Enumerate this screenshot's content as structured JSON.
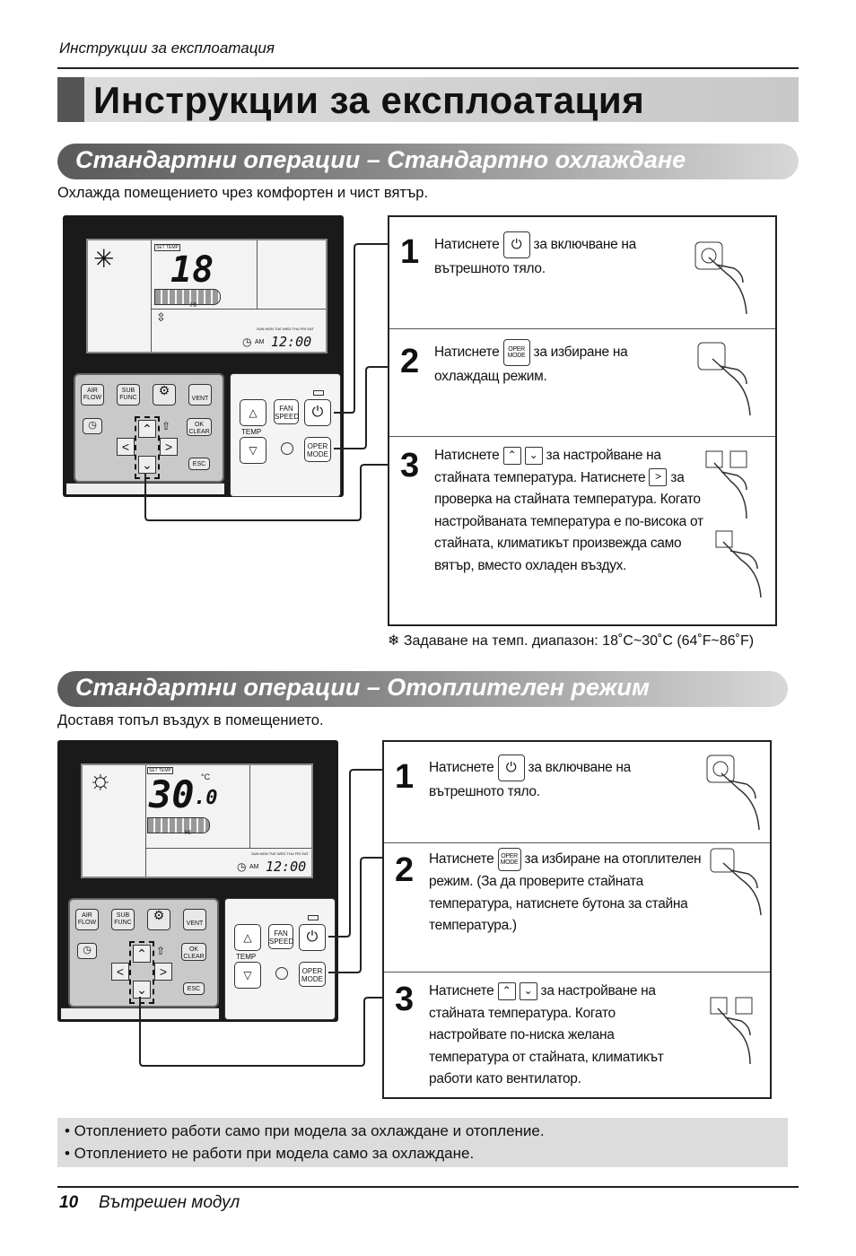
{
  "header": {
    "running_title": "Инструкции за експлоатация"
  },
  "title": "Инструкции за експлоатация",
  "sections": [
    {
      "heading": "Стандартни операции – Стандартно охлаждане",
      "intro": "Охлажда помещението чрез комфортен и чист вятър.",
      "display": {
        "mode_icon": "snowflake-icon",
        "set_temp_label": "SET TEMP",
        "temperature": "18",
        "unit": "",
        "fan_label": "HI",
        "am": "AM",
        "time": "12:00"
      },
      "steps": [
        {
          "number": "1",
          "text_before": "Натиснете",
          "icon": "power-icon",
          "text_after": "за включване на вътрешното тяло."
        },
        {
          "number": "2",
          "text_before": "Натиснете",
          "icon": "oper-mode-icon",
          "text_after": "за избиране на охлаждащ режим."
        },
        {
          "number": "3",
          "text_before": "Натиснете",
          "text_mid": "за настройване на стайната температура. Натиснете",
          "text_after": "за проверка на стайната температура. Когато настройваната температура е по-висока от стайната, климатикът произвежда само вятър, вместо охладен въздух."
        }
      ],
      "range_note": "❄ Задаване на темп. диапазон: 18˚C~30˚C (64˚F~86˚F)"
    },
    {
      "heading": "Стандартни операции – Отоплителен режим",
      "intro": "Доставя топъл въздух в помещението.",
      "display": {
        "mode_icon": "sun-icon",
        "set_temp_label": "SET TEMP",
        "temperature": "30",
        "decimal": ".0",
        "unit": "°C",
        "fan_label": "HI",
        "am": "AM",
        "time": "12:00"
      },
      "steps": [
        {
          "number": "1",
          "text_before": "Натиснете",
          "icon": "power-icon",
          "text_after": "за включване на вътрешното тяло."
        },
        {
          "number": "2",
          "text_before": "Натиснете",
          "icon": "oper-mode-icon",
          "text_after": "за избиране на отоплителен режим. (За да проверите стайната температура, натиснете бутона за стайна температура.)"
        },
        {
          "number": "3",
          "text_before": "Натиснете",
          "text_after": "за настройване на стайната температура. Когато настройвате по-ниска желана температура от стайната, климатикът работи като вентилатор."
        }
      ]
    }
  ],
  "remote": {
    "air_flow": "AIR\nFLOW",
    "sub_func": "SUB\nFUNC",
    "vent": "VENT",
    "ok_clear": "OK\nCLEAR",
    "esc": "ESC",
    "fan_speed": "FAN\nSPEED",
    "temp": "TEMP",
    "oper_mode": "OPER\nMODE",
    "days": "SUN MON TUE WED THU FRI SAT"
  },
  "notes": [
    "• Отоплението работи само при модела за охлаждане и отопление.",
    "• Отоплението не работи при модела само за охлаждане."
  ],
  "footer": {
    "page_number": "10",
    "page_label": "Вътрешен модул"
  }
}
